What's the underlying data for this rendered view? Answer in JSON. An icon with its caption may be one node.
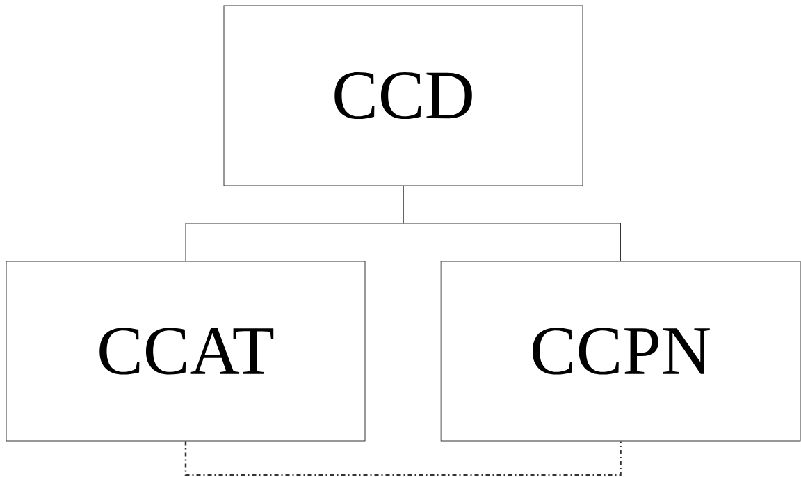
{
  "diagram": {
    "nodes": [
      {
        "text": [
          "CCD"
        ]
      },
      {
        "text": [
          "CCAT"
        ]
      },
      {
        "text": [
          "CCPN"
        ]
      }
    ],
    "edges": [
      {
        "from": 0,
        "to": 1,
        "arrow": "none"
      },
      {
        "from": 0,
        "to": 2,
        "arrow": "none"
      },
      {
        "from": 1,
        "to": 2,
        "arrow": "none",
        "style": "dashed"
      }
    ]
  }
}
